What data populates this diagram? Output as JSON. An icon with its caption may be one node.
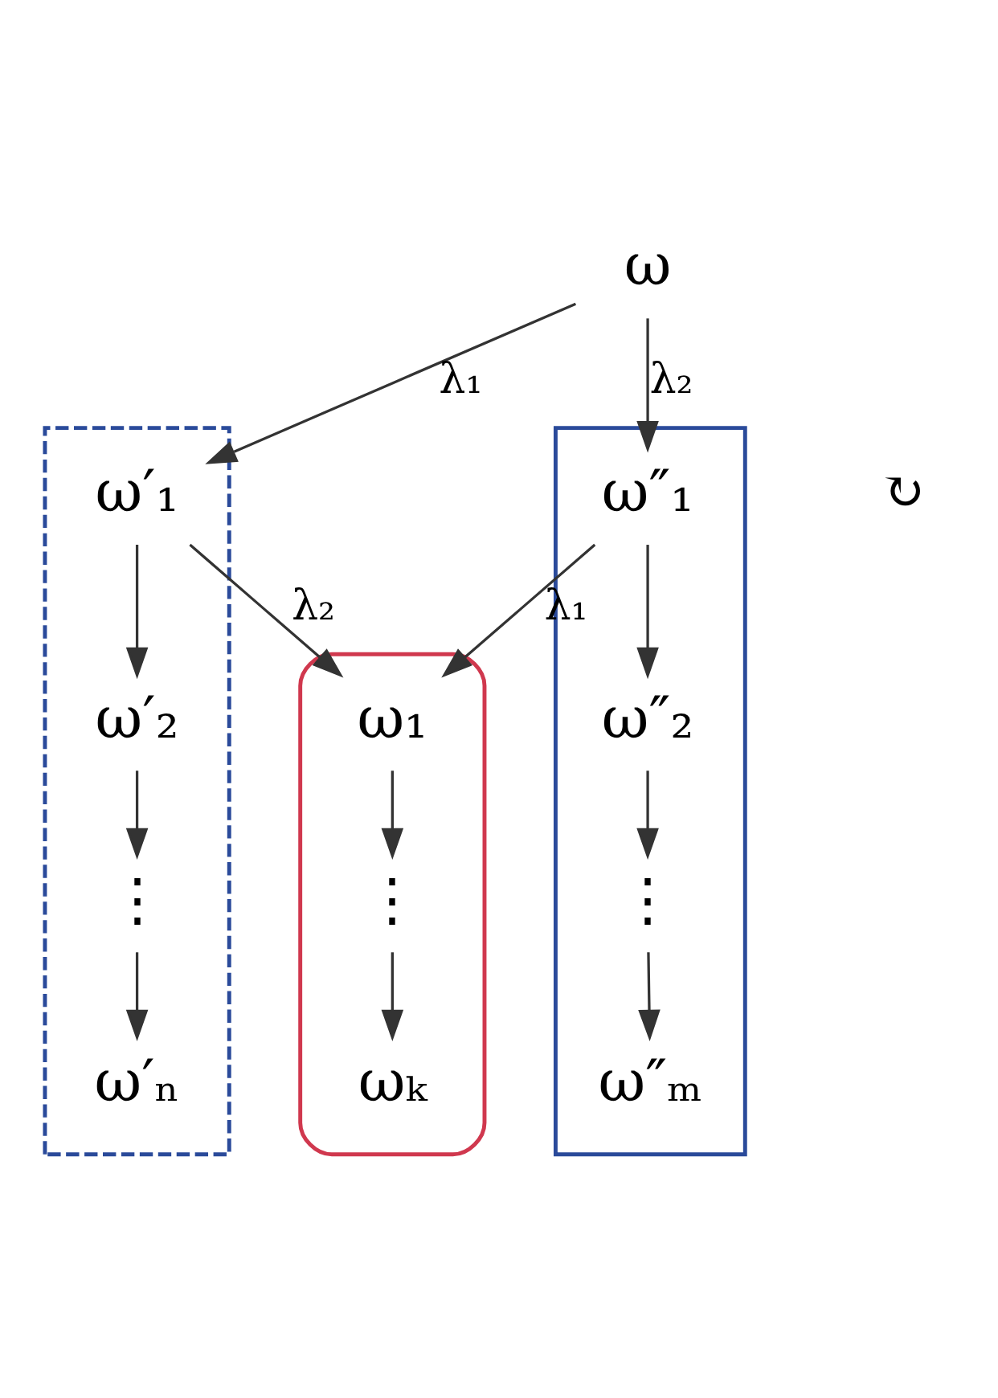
{
  "diagram": {
    "nodes": [
      {
        "text": [
          "ω"
        ]
      },
      {
        "text": [],
        "shape": "box"
      },
      {
        "text": [
          "ω′₁"
        ],
        "in": 1
      },
      {
        "text": [],
        "shape": "box"
      },
      {
        "text": [
          "ω″₁"
        ],
        "in": 3
      },
      {
        "text": [],
        "shape": "ellipse"
      },
      {
        "text": [
          "ω₁"
        ],
        "in": 5
      },
      {
        "text": [
          "⋮"
        ],
        "in": 5
      },
      {
        "text": [
          "ωₖ"
        ],
        "in": 5
      },
      {
        "text": [
          "ω′₂"
        ],
        "in": 1
      },
      {
        "text": [
          "⋮"
        ],
        "in": 1
      },
      {
        "text": [
          "ω′ₙ"
        ],
        "in": 1
      },
      {
        "text": [
          "ω″₂"
        ],
        "in": 3
      },
      {
        "text": [
          "⋮"
        ],
        "in": 3
      },
      {
        "text": [
          "ω″ₘ"
        ],
        "in": 3
      }
    ],
    "edges": [
      {
        "from": 0,
        "to": 2,
        "arrow": "to",
        "label": "λ₁"
      },
      {
        "from": 0,
        "to": 4,
        "arrow": "to",
        "label": "λ₂"
      },
      {
        "from": 2,
        "to": 6,
        "arrow": "to",
        "label": "λ₂"
      },
      {
        "from": 4,
        "to": 6,
        "arrow": "to",
        "label": "λ₁"
      },
      {
        "from": 2,
        "to": 9,
        "arrow": "to"
      },
      {
        "from": 9,
        "to": 10,
        "arrow": "to"
      },
      {
        "from": 10,
        "to": 11,
        "arrow": "to"
      },
      {
        "from": 6,
        "to": 7,
        "arrow": "to"
      },
      {
        "from": 7,
        "to": 8,
        "arrow": "to"
      },
      {
        "from": 4,
        "to": 12,
        "arrow": "to"
      },
      {
        "from": 12,
        "to": 13,
        "arrow": "to"
      },
      {
        "from": 13,
        "to": 14,
        "arrow": "to"
      }
    ],
    "labels": [
      "↻"
    ]
  }
}
